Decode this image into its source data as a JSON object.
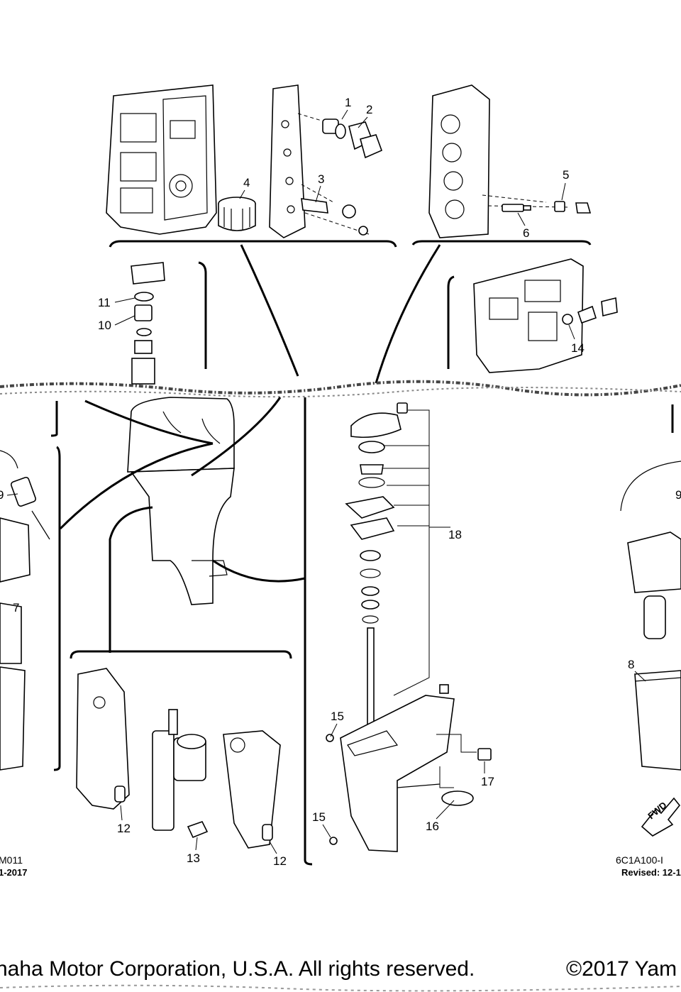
{
  "callouts": {
    "c1": "1",
    "c2": "2",
    "c3": "3",
    "c4": "4",
    "c5": "5",
    "c6": "6",
    "c7": "7",
    "c8": "8",
    "c9": "9",
    "c9b": "9",
    "c10": "10",
    "c11": "11",
    "c12a": "12",
    "c12b": "12",
    "c13": "13",
    "c14": "14",
    "c15a": "15",
    "c15b": "15",
    "c16": "16",
    "c17": "17",
    "c18": "18"
  },
  "codes": {
    "left_code": "M011",
    "left_date": "1-2017",
    "right_code": "6C1A100-I",
    "right_revised": "Revised: 12-1"
  },
  "fwd_label": "FWD",
  "footer": {
    "left": "naha Motor Corporation, U.S.A. All rights reserved.",
    "right": "©2017 Yam"
  }
}
